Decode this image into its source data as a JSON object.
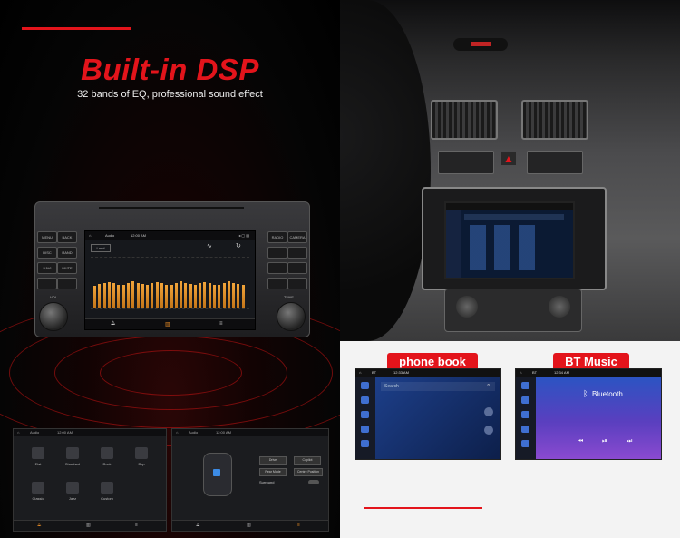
{
  "left_panel": {
    "title": "Built-in DSP",
    "subtitle": "32 bands of EQ, professional sound effect",
    "unit": {
      "buttons_left": [
        "MENU",
        "BACK",
        "DISC",
        "RAND",
        "NAVI",
        "MUTE"
      ],
      "buttons_right": [
        "RADIO",
        "CAMERA",
        "",
        "",
        "",
        ""
      ],
      "vol_label": "VOL",
      "tune_label": "TUNE"
    },
    "screen": {
      "app": "Audio",
      "time": "12:00 AM",
      "preset": "Loud"
    },
    "thumb_eq": {
      "app": "Audio",
      "time": "12:00 AM",
      "presets": [
        "Flat",
        "Standard",
        "Rock",
        "Pop",
        "Classic",
        "Jazz",
        "Custom"
      ]
    },
    "thumb_balance": {
      "app": "Audio",
      "time": "12:00 AM",
      "buttons": [
        "Drive",
        "Copilot",
        "Rear Mode",
        "Centre Position"
      ],
      "surround": "Surround"
    }
  },
  "right_bottom": {
    "phone_book": {
      "label": "phone book",
      "time": "12:33 AM",
      "search_placeholder": "Search"
    },
    "bt_music": {
      "label": "BT Music",
      "time": "12:34 AM",
      "title": "Bluetooth"
    }
  },
  "colors": {
    "accent": "#e3141b",
    "eq_bar": "#f1a43a",
    "bt_blue": "#3f6fd1"
  },
  "eq_levels": [
    0.45,
    0.48,
    0.5,
    0.52,
    0.5,
    0.47,
    0.46,
    0.5,
    0.53,
    0.5,
    0.48,
    0.47,
    0.5,
    0.52,
    0.5,
    0.47,
    0.46,
    0.5,
    0.53,
    0.5,
    0.48,
    0.47,
    0.5,
    0.52,
    0.5,
    0.47,
    0.46,
    0.5,
    0.53,
    0.5,
    0.48,
    0.47
  ]
}
